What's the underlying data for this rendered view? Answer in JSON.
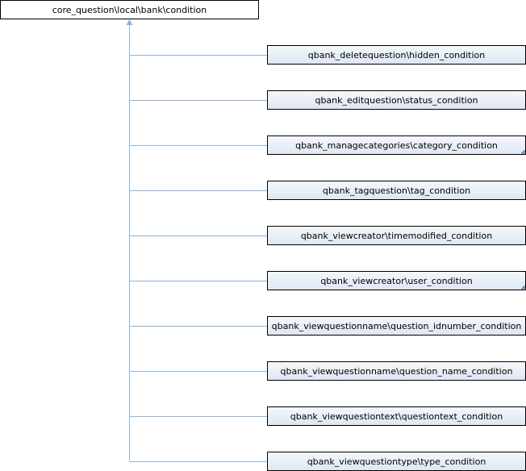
{
  "colors": {
    "base_fill": "#ffffff",
    "base_stroke": "#000000",
    "child_fill_top": "#f5f8fb",
    "child_fill_bottom": "#dde7f2",
    "child_stroke": "#000000",
    "edge": "#8fb3d6",
    "fold_marker": "#5b7fae"
  },
  "base_class": {
    "label": "core_question\\local\\bank\\condition"
  },
  "derived_classes": [
    {
      "label": "qbank_deletequestion\\hidden_condition",
      "has_children": false
    },
    {
      "label": "qbank_editquestion\\status_condition",
      "has_children": false
    },
    {
      "label": "qbank_managecategories\\category_condition",
      "has_children": true
    },
    {
      "label": "qbank_tagquestion\\tag_condition",
      "has_children": false
    },
    {
      "label": "qbank_viewcreator\\timemodified_condition",
      "has_children": false
    },
    {
      "label": "qbank_viewcreator\\user_condition",
      "has_children": true
    },
    {
      "label": "qbank_viewquestionname\\question_idnumber_condition",
      "has_children": false
    },
    {
      "label": "qbank_viewquestionname\\question_name_condition",
      "has_children": false
    },
    {
      "label": "qbank_viewquestiontext\\questiontext_condition",
      "has_children": false
    },
    {
      "label": "qbank_viewquestiontype\\type_condition",
      "has_children": false
    }
  ]
}
